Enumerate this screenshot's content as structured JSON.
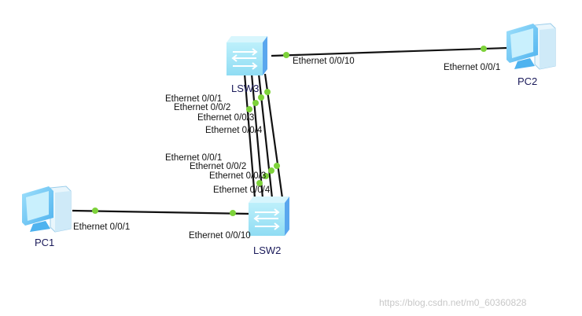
{
  "devices": {
    "lsw3": "LSW3",
    "lsw2": "LSW2",
    "pc1": "PC1",
    "pc2": "PC2"
  },
  "ports": {
    "lsw3_e10": "Ethernet 0/0/10",
    "pc2_e1": "Ethernet 0/0/1",
    "lsw3_e1": "Ethernet 0/0/1",
    "lsw3_e2": "Ethernet 0/0/2",
    "lsw3_e3": "Ethernet 0/0/3",
    "lsw3_e4": "Ethernet 0/0/4",
    "lsw2_e1": "Ethernet 0/0/1",
    "lsw2_e2": "Ethernet 0/0/2",
    "lsw2_e3": "Ethernet 0/0/3",
    "lsw2_e4": "Ethernet 0/0/4",
    "pc1_e1": "Ethernet 0/0/1",
    "lsw2_e10": "Ethernet 0/0/10"
  },
  "watermark": "https://blog.csdn.net/m0_60360828",
  "colors": {
    "port_dot": "#7dd23a",
    "link": "#111111"
  }
}
